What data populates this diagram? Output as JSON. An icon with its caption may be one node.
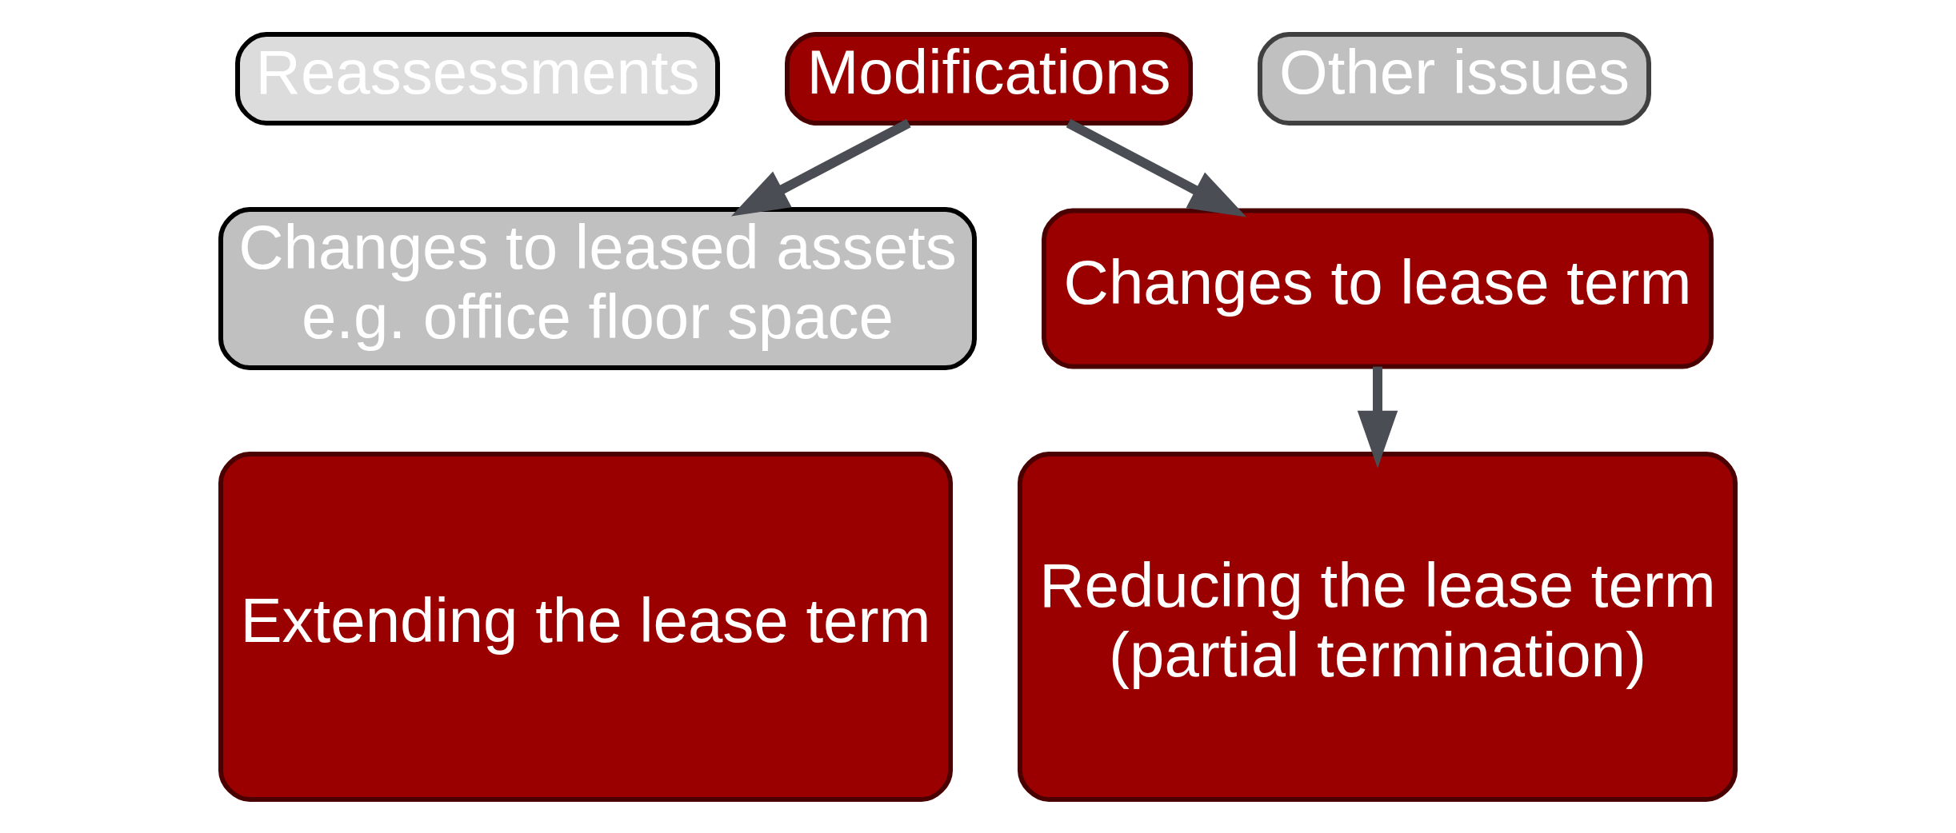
{
  "diagram": {
    "nodes": [
      {
        "text": [
          "Reassessments"
        ]
      },
      {
        "text": [
          "Modifications"
        ]
      },
      {
        "text": [
          "Other issues"
        ]
      },
      {
        "text": [
          "Changes to leased assets e.g. office floor space"
        ]
      },
      {
        "text": [
          "Changes to lease term"
        ]
      },
      {
        "text": [
          "Extending the lease term"
        ]
      },
      {
        "text": [
          "Reducing the lease term (partial termination)"
        ]
      }
    ],
    "edges": [
      {
        "from": 1,
        "to": 3,
        "arrow": "to"
      },
      {
        "from": 1,
        "to": 4,
        "arrow": "to"
      },
      {
        "from": 4,
        "to": 6,
        "arrow": "to"
      }
    ]
  }
}
